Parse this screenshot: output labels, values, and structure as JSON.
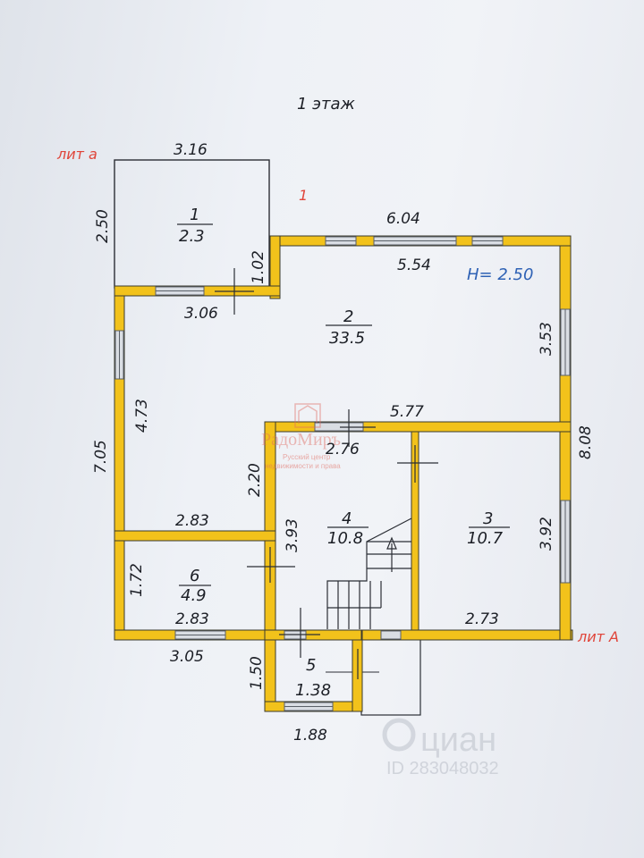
{
  "title": "1 этаж",
  "labels": {
    "lit_lower": "лит а",
    "lit_upper": "лит А",
    "number_one": "1",
    "height": "H= 2.50"
  },
  "rooms": [
    {
      "num": "1",
      "area": "2.3"
    },
    {
      "num": "2",
      "area": "33.5"
    },
    {
      "num": "3",
      "area": "10.7"
    },
    {
      "num": "4",
      "area": "10.8"
    },
    {
      "num": "5",
      "area": "1.38"
    },
    {
      "num": "6",
      "area": "4.9"
    }
  ],
  "dimensions": {
    "d316": "3.16",
    "d250": "2.50",
    "d102": "1.02",
    "d306": "3.06",
    "d604": "6.04",
    "d554": "5.54",
    "d353": "3.53",
    "d473": "4.73",
    "d705": "7.05",
    "d577": "5.77",
    "d808": "8.08",
    "d276": "2.76",
    "d220": "2.20",
    "d283a": "2.83",
    "d393": "3.93",
    "d392": "3.92",
    "d172": "1.72",
    "d283b": "2.83",
    "d273": "2.73",
    "d305": "3.05",
    "d150": "1.50",
    "d188": "1.88"
  },
  "watermark": {
    "brand": "циан",
    "id": "ID 283048032",
    "logo": "РадоМиръ",
    "logo_sub1": "Русский центр",
    "logo_sub2": "недвижимости и права"
  },
  "colors": {
    "wall": "#f2c21b",
    "wall_edge": "#3a3a2e",
    "window": "#8d949c",
    "line": "#2b2e35"
  }
}
